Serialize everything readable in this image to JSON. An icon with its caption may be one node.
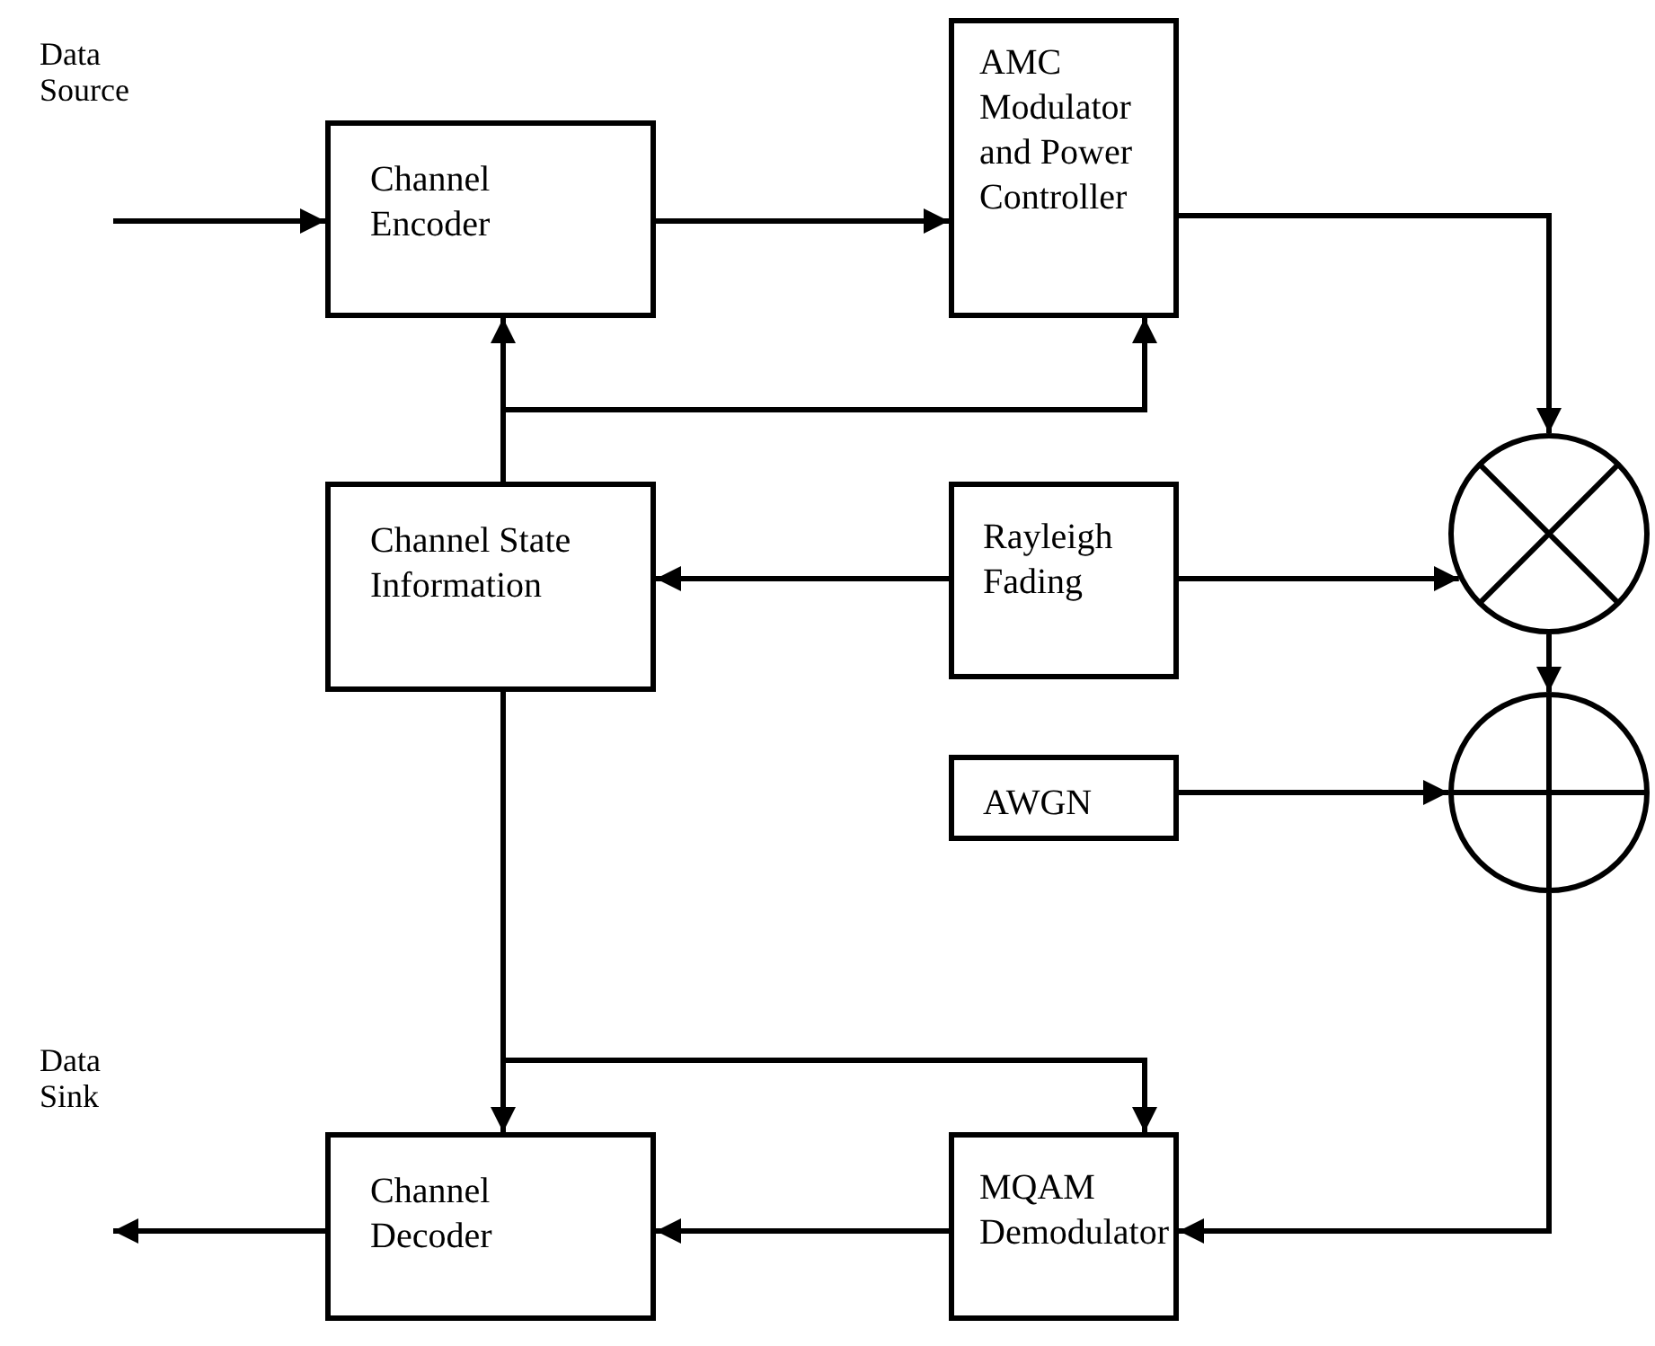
{
  "diagram": {
    "nodes": [
      {
        "text": [
          "Channel Encoder"
        ]
      },
      {
        "text": [
          "AMC Modulator and Power Controller"
        ]
      },
      {
        "text": [
          "Channel State Information"
        ]
      },
      {
        "text": [
          "Rayleigh Fading"
        ]
      },
      {
        "text": [],
        "shape": "circle"
      },
      {
        "text": [
          "AWGN"
        ]
      },
      {
        "text": [],
        "shape": "circle"
      },
      {
        "text": [
          "Channel Decoder"
        ]
      },
      {
        "text": [
          "MQAM Demodulator"
        ]
      }
    ],
    "edges": [
      {
        "from": null,
        "to": 0,
        "arrow": "to"
      },
      {
        "from": 0,
        "to": 1,
        "arrow": "to"
      },
      {
        "from": 2,
        "to": 0,
        "arrow": "to"
      },
      {
        "from": 2,
        "to": 1,
        "arrow": "to"
      },
      {
        "from": 3,
        "to": 2,
        "arrow": "to"
      },
      {
        "from": 3,
        "to": 4,
        "arrow": "to"
      },
      {
        "from": 1,
        "to": 4,
        "arrow": "to"
      },
      {
        "from": 4,
        "to": 6,
        "arrow": "to"
      },
      {
        "from": 5,
        "to": 6,
        "arrow": "to"
      },
      {
        "from": 6,
        "to": 8,
        "arrow": "to"
      },
      {
        "from": 2,
        "to": 7,
        "arrow": "to"
      },
      {
        "from": 2,
        "to": 8,
        "arrow": "to"
      },
      {
        "from": 8,
        "to": 7,
        "arrow": "to"
      },
      {
        "from": 7,
        "to": null,
        "arrow": "to"
      }
    ],
    "labels": [
      "Data Source",
      "Data Sink"
    ]
  }
}
